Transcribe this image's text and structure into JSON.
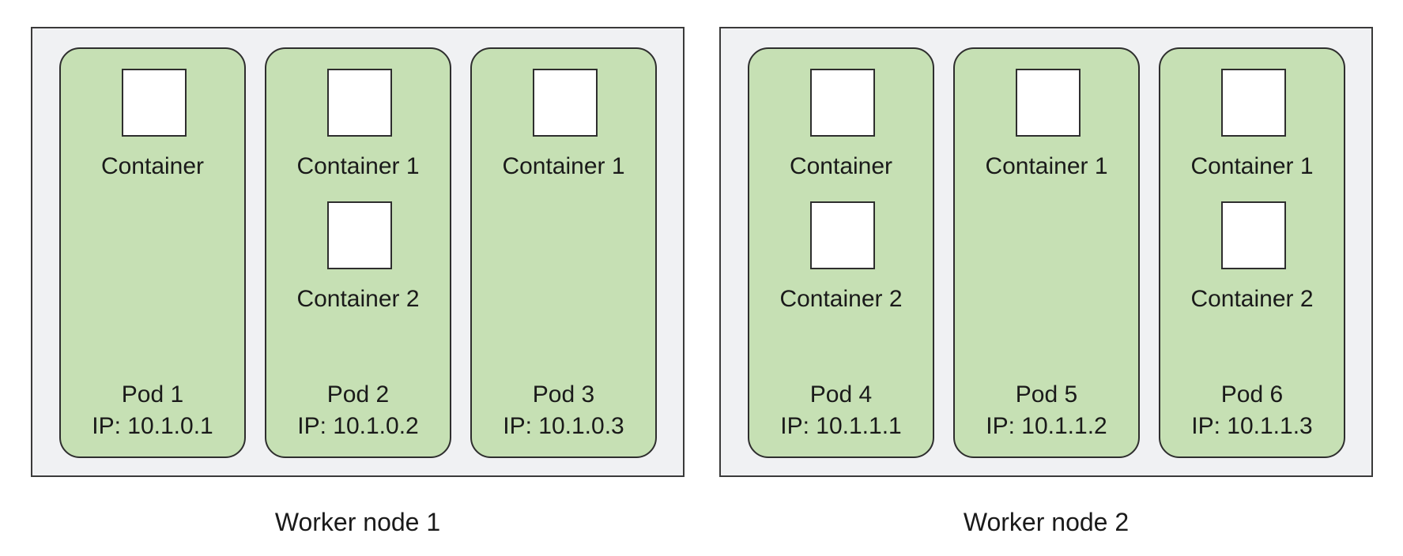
{
  "nodes": [
    {
      "label": "Worker node 1",
      "pods": [
        {
          "name": "Pod 1",
          "ip": "IP: 10.1.0.1",
          "containers": [
            "Container"
          ]
        },
        {
          "name": "Pod 2",
          "ip": "IP: 10.1.0.2",
          "containers": [
            "Container 1",
            "Container 2"
          ]
        },
        {
          "name": "Pod 3",
          "ip": "IP: 10.1.0.3",
          "containers": [
            "Container 1"
          ]
        }
      ]
    },
    {
      "label": "Worker node 2",
      "pods": [
        {
          "name": "Pod 4",
          "ip": "IP: 10.1.1.1",
          "containers": [
            "Container",
            "Container 2"
          ]
        },
        {
          "name": "Pod 5",
          "ip": "IP: 10.1.1.2",
          "containers": [
            "Container 1"
          ]
        },
        {
          "name": "Pod 6",
          "ip": "IP: 10.1.1.3",
          "containers": [
            "Container 1",
            "Container 2"
          ]
        }
      ]
    }
  ],
  "colors": {
    "node_fill": "#f0f1f3",
    "pod_fill": "#c6e0b4",
    "container_fill": "#ffffff",
    "stroke": "#2e2e2e"
  }
}
